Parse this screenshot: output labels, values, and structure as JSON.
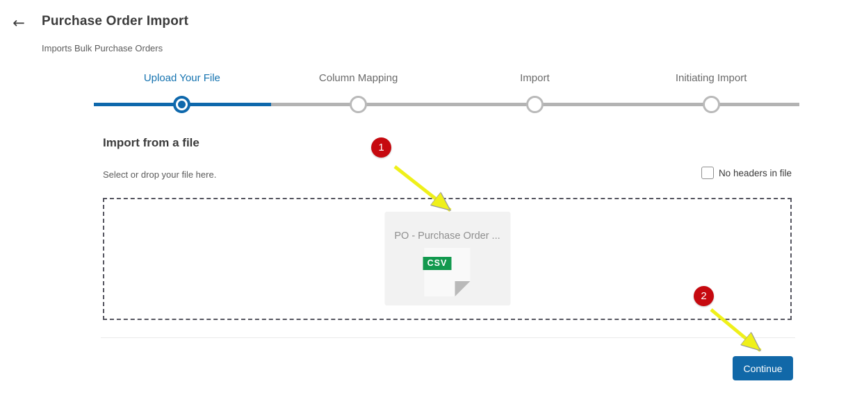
{
  "header": {
    "back_icon": "←",
    "title": "Purchase Order Import",
    "subtitle": "Imports Bulk Purchase Orders"
  },
  "stepper": {
    "steps": [
      {
        "label": "Upload Your File",
        "state": "active"
      },
      {
        "label": "Column Mapping",
        "state": "pending"
      },
      {
        "label": "Import",
        "state": "pending"
      },
      {
        "label": "Initiating Import",
        "state": "pending"
      }
    ],
    "progress_percent": 25
  },
  "import_section": {
    "heading": "Import from a file",
    "instruction": "Select or drop your file here.",
    "no_headers_label": "No headers in file",
    "no_headers_checked": false
  },
  "dropzone": {
    "file": {
      "name": "PO - Purchase Order ...",
      "type_label": "CSV"
    }
  },
  "annotations": {
    "badge1": {
      "label": "1"
    },
    "badge2": {
      "label": "2"
    }
  },
  "footer": {
    "continue_label": "Continue"
  },
  "colors": {
    "accent_blue": "#1168a8",
    "stepper_blue": "#0e68ac",
    "track_gray": "#b3b3b3",
    "dashed_border": "#55555f",
    "badge_red": "#c6090f",
    "arrow_yellow": "#eff01a",
    "csv_green": "#12994e"
  }
}
